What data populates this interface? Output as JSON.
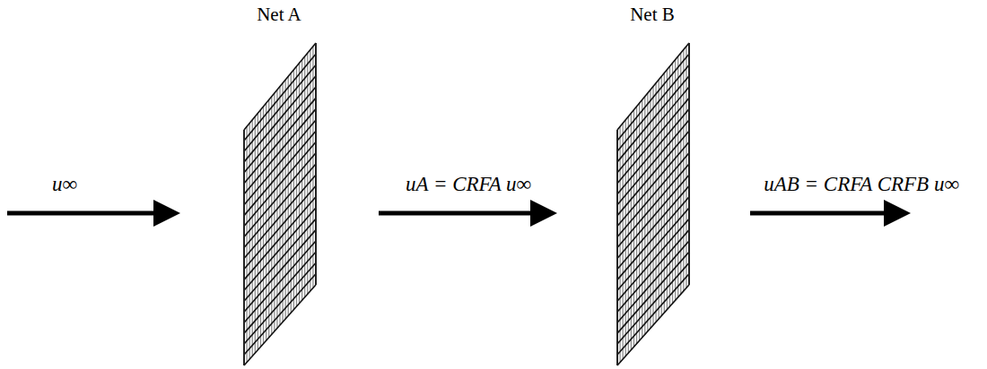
{
  "diagram": {
    "nodes": [
      {
        "text": [
          "Net A"
        ]
      },
      {
        "text": [
          "Net B"
        ]
      }
    ],
    "labels": [
      "u∞",
      "uA = CRFA u∞",
      "uAB = CRFA CRFB u∞"
    ]
  }
}
